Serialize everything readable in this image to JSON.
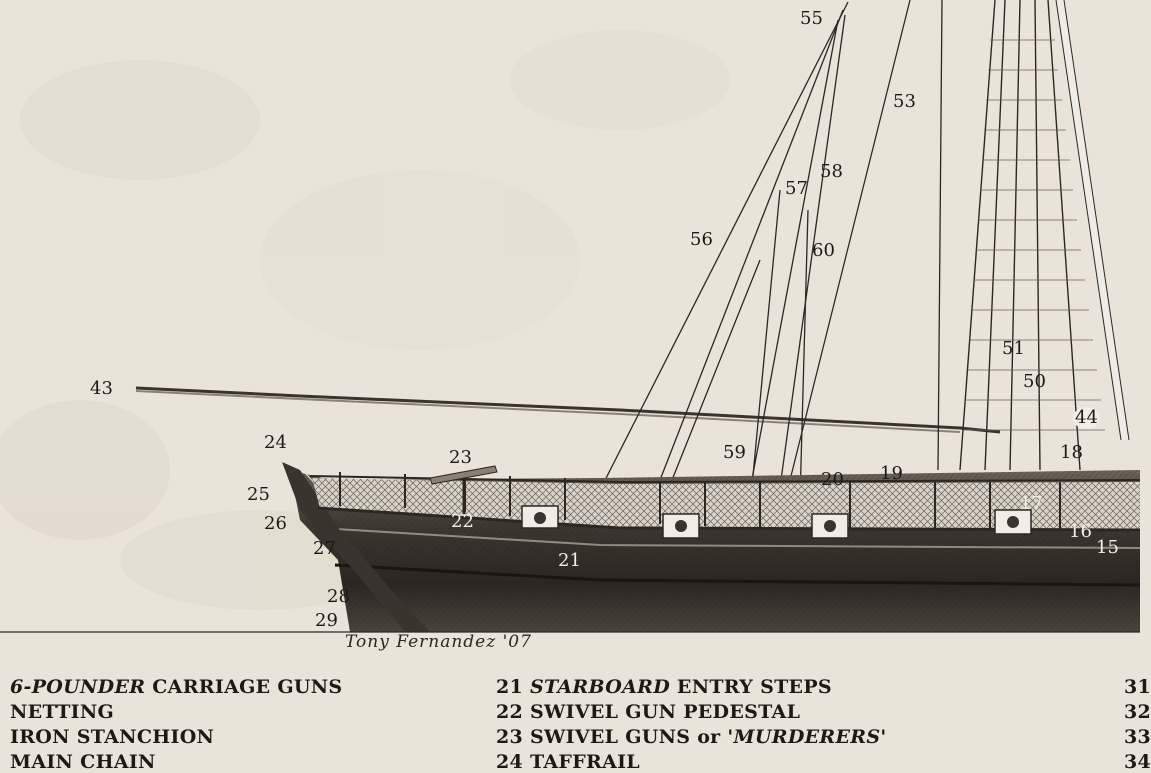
{
  "callouts": {
    "n55": "55",
    "n53": "53",
    "n58": "58",
    "n57": "57",
    "n56": "56",
    "n60": "60",
    "n51": "51",
    "n50": "50",
    "n44": "44",
    "n43": "43",
    "n18": "18",
    "n59": "59",
    "n20": "20",
    "n19": "19",
    "n24": "24",
    "n23": "23",
    "n25": "25",
    "n26": "26",
    "n22": "22",
    "n17": "17",
    "n16": "16",
    "n15": "15",
    "n27": "27",
    "n21": "21",
    "n28": "28",
    "n29": "29"
  },
  "signature": "Tony Fernandez '07",
  "legend": {
    "col1": [
      {
        "italic": "6-POUNDER",
        "rest": " CARRIAGE GUNS"
      },
      {
        "italic": "",
        "rest": "NETTING"
      },
      {
        "italic": "",
        "rest": "IRON STANCHION"
      },
      {
        "italic": "",
        "rest": "MAIN CHAIN"
      }
    ],
    "col2": [
      {
        "pre": "21 ",
        "italic": "STARBOARD",
        "rest": " ENTRY STEPS"
      },
      {
        "pre": "22 ",
        "italic": "",
        "rest": "SWIVEL GUN PEDESTAL"
      },
      {
        "pre": "23 ",
        "italic": "",
        "rest": "SWIVEL GUNS or ",
        "italic2": "'MURDERERS'"
      },
      {
        "pre": "24 ",
        "italic": "",
        "rest": "TAFFRAIL"
      }
    ],
    "col3": [
      "31",
      "32",
      "33",
      "34"
    ]
  }
}
